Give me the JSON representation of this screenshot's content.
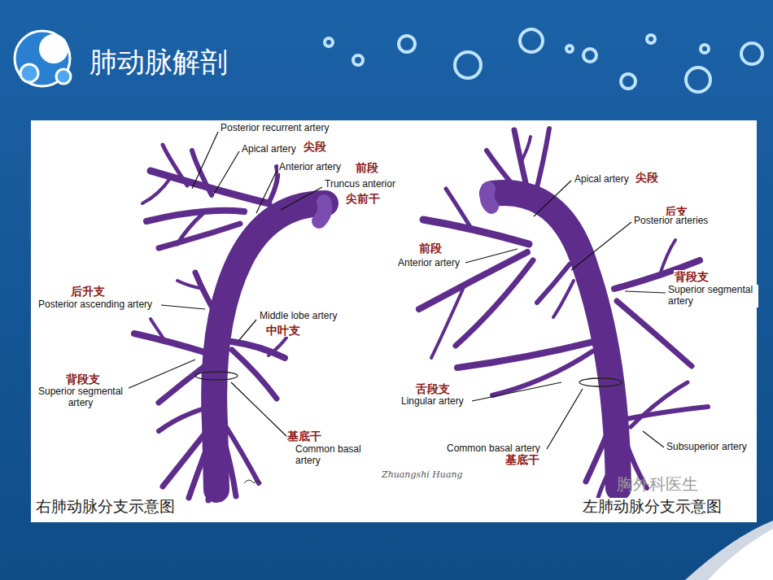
{
  "diagram": {
    "title": "肺动脉解剖",
    "labels": [
      "Posterior recurrent artery",
      "Apical artery",
      "尖段",
      "前段",
      "Anterior artery",
      "Truncus anterior",
      "尖前干",
      "后升支",
      "Posterior ascending artery",
      "Middle lobe artery",
      "中叶支",
      "背段支",
      "Superior segmental artery",
      "基底干",
      "Common basal artery",
      "右肺动脉分支示意图",
      "Apical artery",
      "尖段",
      "后支",
      "Posterior arteries",
      "前段",
      "Anterior artery",
      "背段支",
      "Superior segmental artery",
      "舌段支",
      "Lingular artery",
      "Common basal artery",
      "基底干",
      "Subsuperior artery",
      "左肺动脉分支示意图",
      "Zhuangshi Huang",
      "胸外科医生"
    ]
  }
}
